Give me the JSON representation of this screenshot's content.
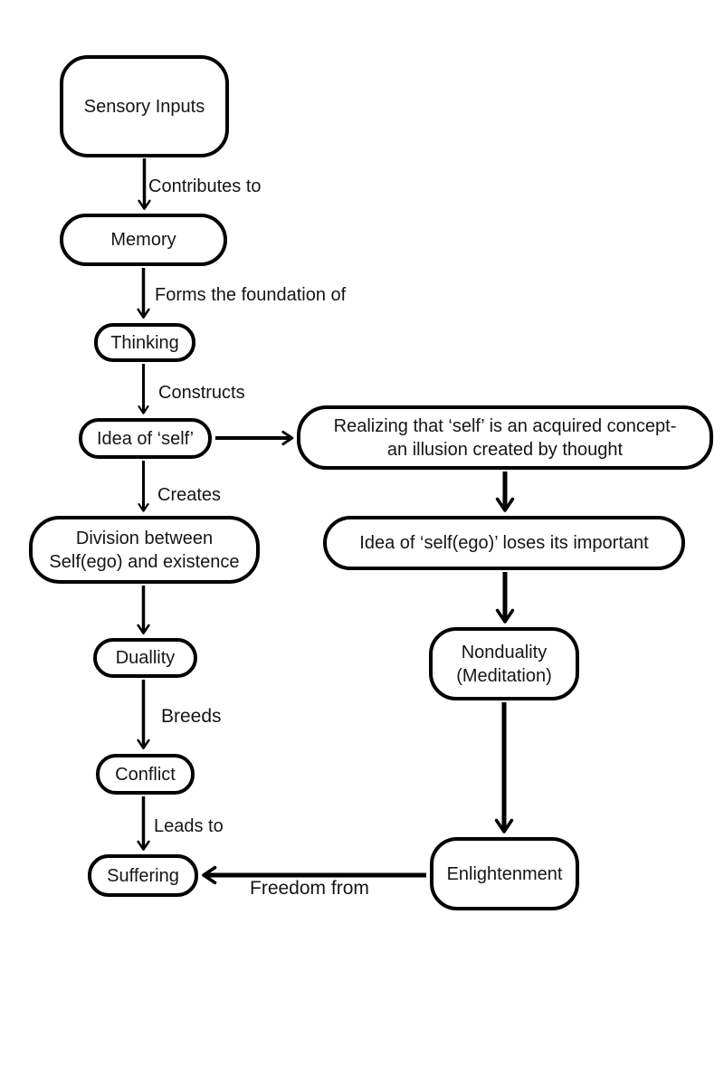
{
  "page": {
    "background_color": "#ffffff",
    "ink_color": "#000000"
  },
  "diagram": {
    "type": "flowchart",
    "nodes": {
      "sensory_inputs": {
        "label": "Sensory Inputs"
      },
      "memory": {
        "label": "Memory"
      },
      "thinking": {
        "label": "Thinking"
      },
      "idea_of_self": {
        "label": "Idea of ‘self’"
      },
      "realizing": {
        "label": "Realizing that ‘self’ is an acquired concept-\nan illusion created by thought"
      },
      "division": {
        "label": "Division between\nSelf(ego) and existence"
      },
      "duallity": {
        "label": "Duallity"
      },
      "conflict": {
        "label": "Conflict"
      },
      "suffering": {
        "label": "Suffering"
      },
      "idea_ego_loses": {
        "label": "Idea of ‘self(ego)’ loses its important"
      },
      "nonduality": {
        "label": "Nonduality\n(Meditation)"
      },
      "enlightenment": {
        "label": "Enlightenment"
      }
    },
    "edge_labels": {
      "contributes_to": "Contributes to",
      "forms_foundation": "Forms the foundation of",
      "constructs": "Constructs",
      "creates": "Creates",
      "breeds": "Breeds",
      "leads_to": "Leads to",
      "freedom_from": "Freedom from"
    },
    "edges": [
      {
        "from": "sensory_inputs",
        "to": "memory",
        "label": "Contributes to"
      },
      {
        "from": "memory",
        "to": "thinking",
        "label": "Forms the foundation of"
      },
      {
        "from": "thinking",
        "to": "idea_of_self",
        "label": "Constructs"
      },
      {
        "from": "idea_of_self",
        "to": "realizing",
        "label": ""
      },
      {
        "from": "idea_of_self",
        "to": "division",
        "label": "Creates"
      },
      {
        "from": "division",
        "to": "duallity",
        "label": ""
      },
      {
        "from": "duallity",
        "to": "conflict",
        "label": "Breeds"
      },
      {
        "from": "conflict",
        "to": "suffering",
        "label": "Leads to"
      },
      {
        "from": "realizing",
        "to": "idea_ego_loses",
        "label": ""
      },
      {
        "from": "idea_ego_loses",
        "to": "nonduality",
        "label": ""
      },
      {
        "from": "nonduality",
        "to": "enlightenment",
        "label": ""
      },
      {
        "from": "enlightenment",
        "to": "suffering",
        "label": "Freedom from"
      }
    ]
  }
}
